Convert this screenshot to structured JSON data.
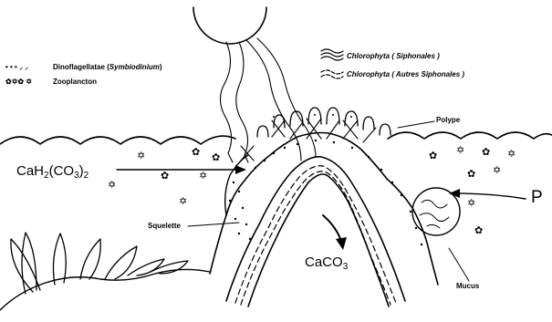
{
  "legend": {
    "dino_prefix": "Dinoflagellatae (",
    "dino_genus": "Symbiodinium",
    "dino_suffix": ")",
    "zoo": "Zooplancton",
    "chloro_1": "Chlorophyta ( Siphonales )",
    "chloro_2": "Chlorophyta ( Autres Siphonales )"
  },
  "labels": {
    "polype": "Polype",
    "squelette": "Squelette",
    "mucus": "Mucus",
    "p": "P",
    "caco3_base": "CaCO",
    "caco3_sub": "3",
    "bicarb_a": "CaH",
    "bicarb_b": "2",
    "bicarb_c": "(CO",
    "bicarb_d": "3",
    "bicarb_e": ")",
    "bicarb_f": "2"
  },
  "icons": [
    "sun-icon",
    "sun-ray-icon",
    "wave-icon",
    "zooplankton-icon",
    "dinoflagellate-icon",
    "seaweed-icon",
    "polyp-icon",
    "arrow-icon"
  ],
  "colors": {
    "ink": "#000000",
    "background": "#ffffff"
  }
}
